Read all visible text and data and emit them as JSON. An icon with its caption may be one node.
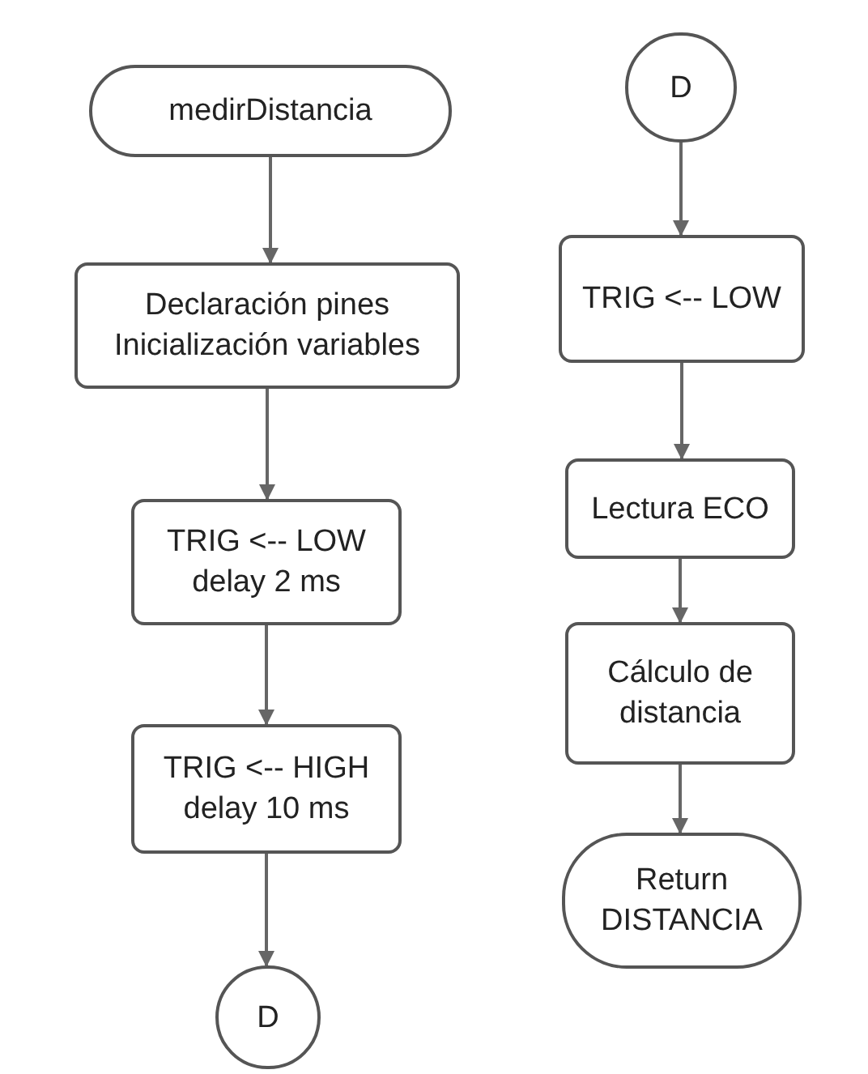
{
  "diagram": {
    "nodes": [
      {
        "text": [
          "medirDistancia"
        ]
      },
      {
        "text": [
          "Declaración pines",
          "Inicialización variables"
        ]
      },
      {
        "text": [
          "TRIG <-- LOW",
          "delay 2 ms"
        ]
      },
      {
        "text": [
          "TRIG <-- HIGH",
          "delay 10 ms"
        ]
      },
      {
        "text": [
          "D"
        ]
      },
      {
        "text": [
          "D"
        ]
      },
      {
        "text": [
          "TRIG <-- LOW"
        ]
      },
      {
        "text": [
          "Lectura ECO"
        ]
      },
      {
        "text": [
          "Cálculo de distancia"
        ]
      },
      {
        "text": [
          "Return DISTANCIA"
        ]
      }
    ],
    "edges": [
      {
        "from": 0,
        "to": 1,
        "arrow": "to"
      },
      {
        "from": 1,
        "to": 2,
        "arrow": "to"
      },
      {
        "from": 2,
        "to": 3,
        "arrow": "to"
      },
      {
        "from": 3,
        "to": 4,
        "arrow": "to"
      },
      {
        "from": 5,
        "to": 6,
        "arrow": "to"
      },
      {
        "from": 6,
        "to": 7,
        "arrow": "to"
      },
      {
        "from": 7,
        "to": 8,
        "arrow": "to"
      },
      {
        "from": 8,
        "to": 9,
        "arrow": "to"
      }
    ]
  }
}
